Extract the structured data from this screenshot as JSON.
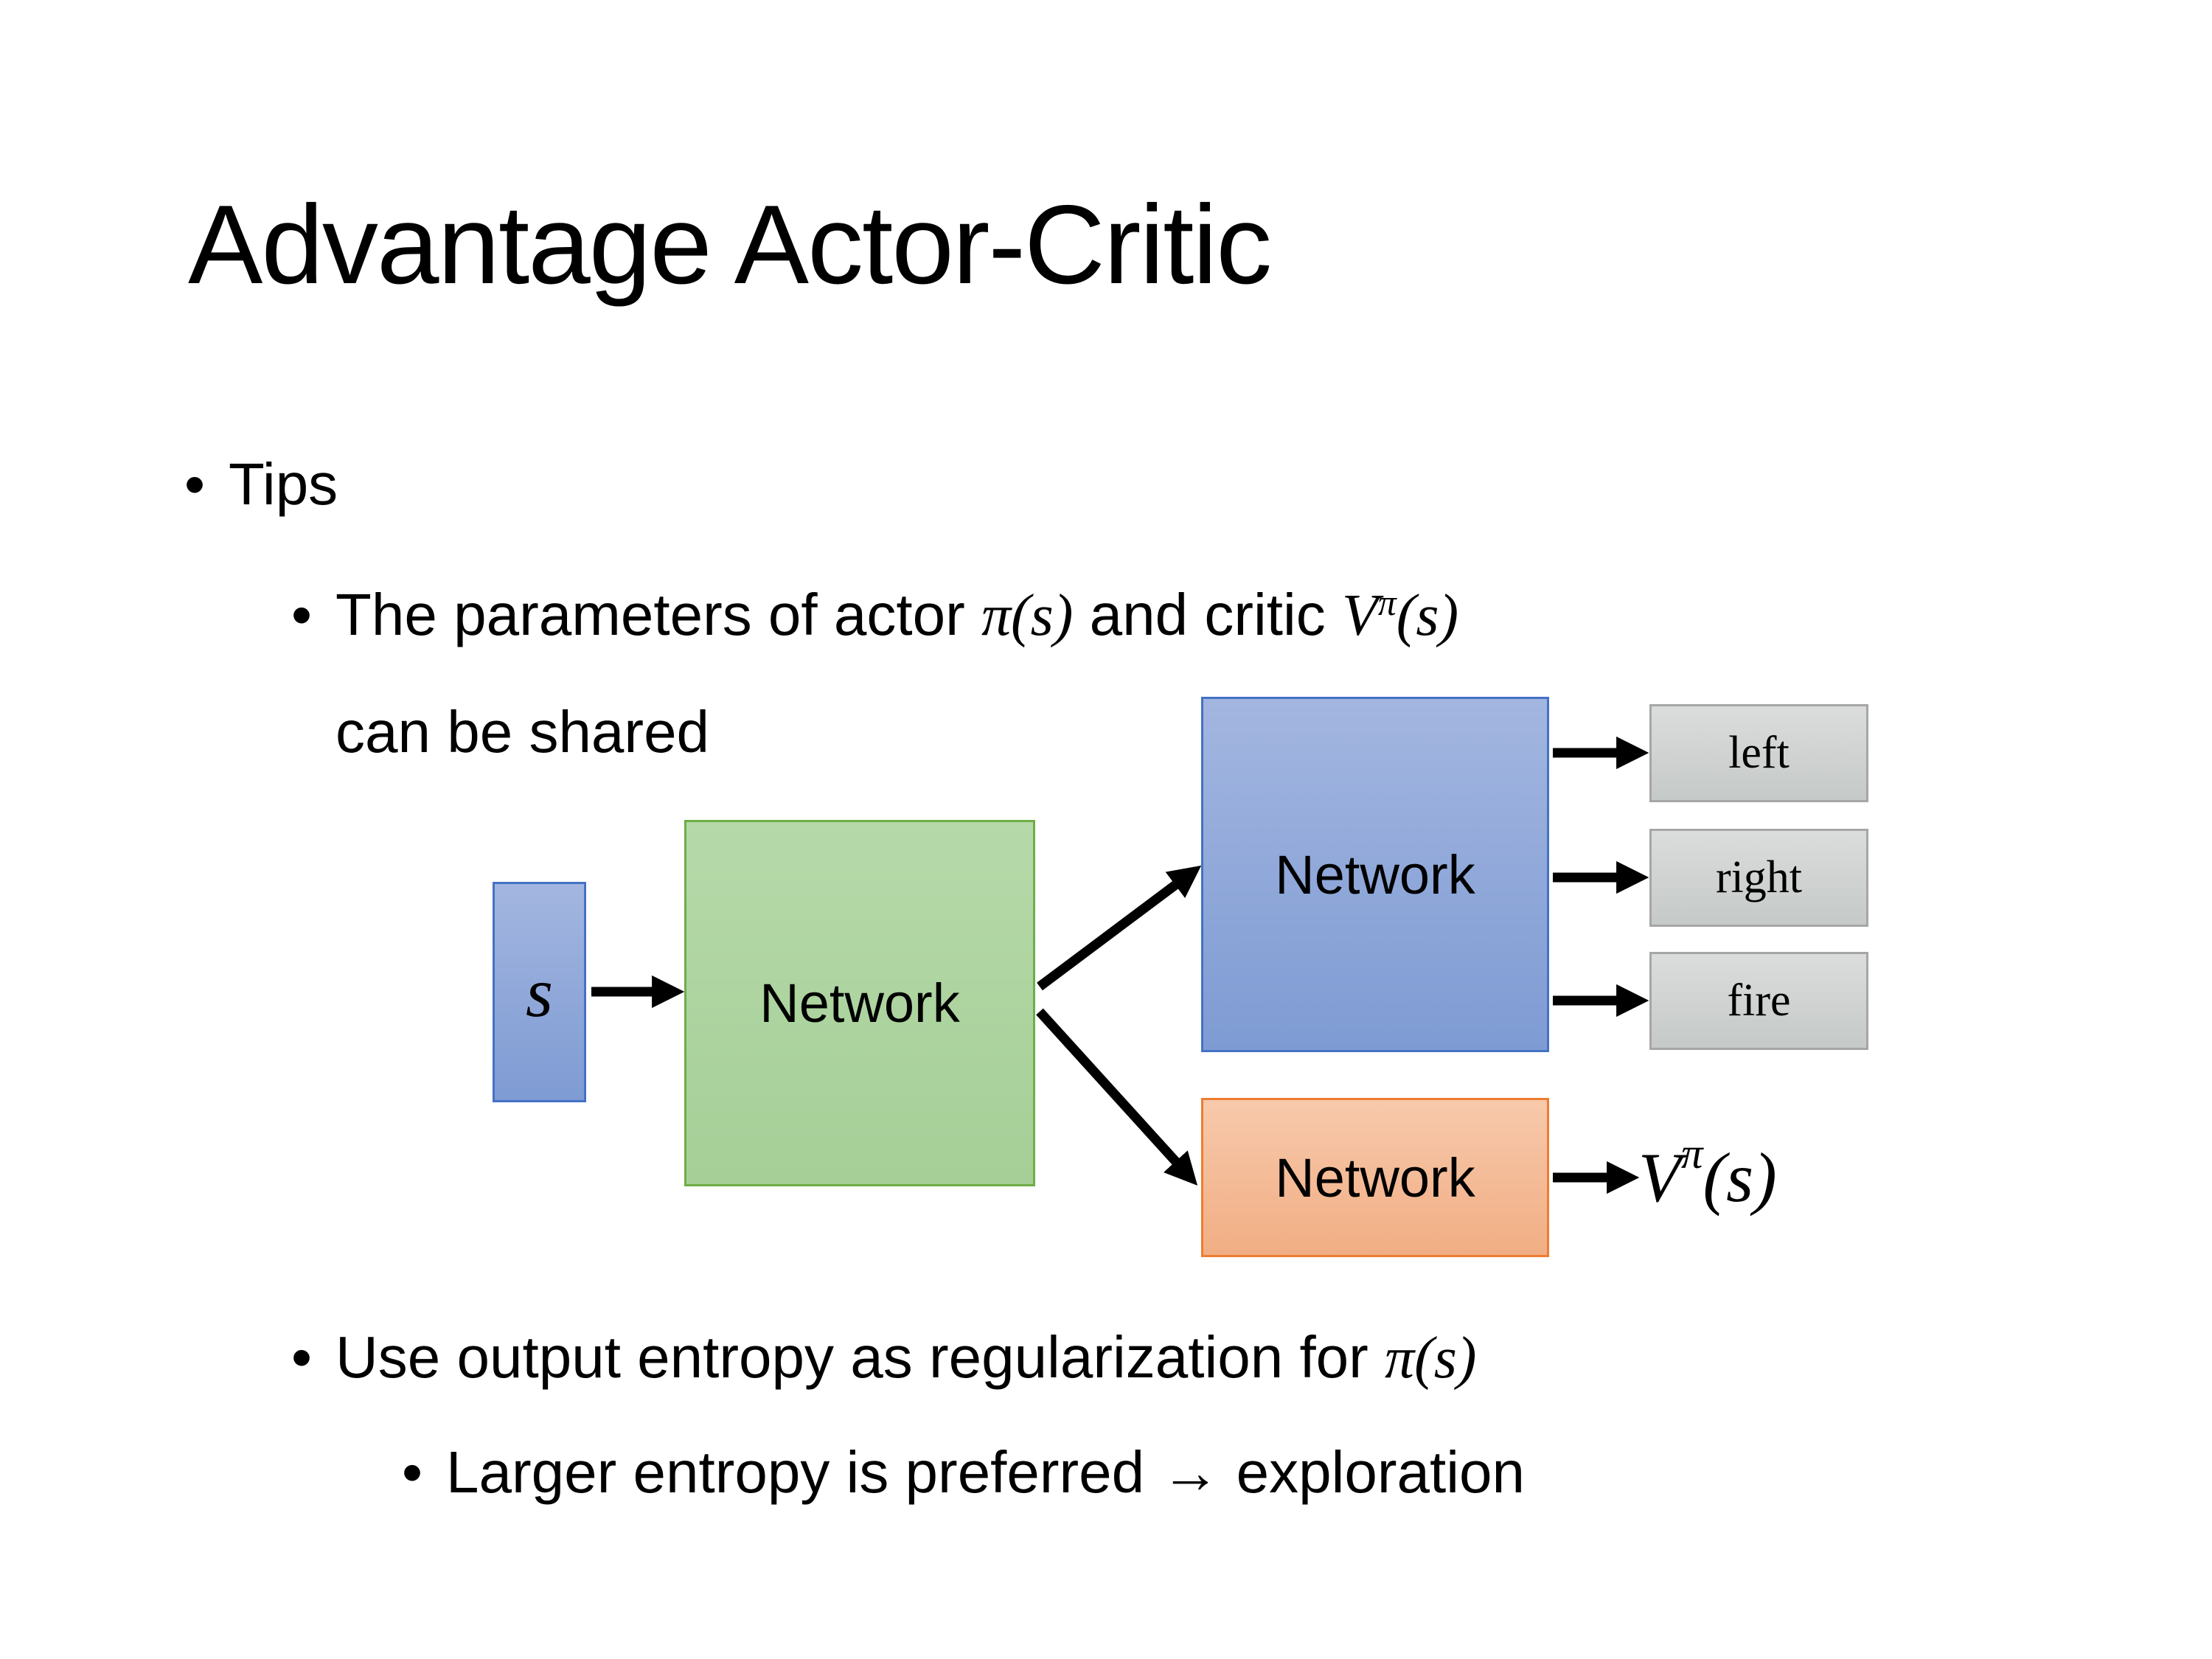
{
  "slide": {
    "title": "Advantage Actor-Critic",
    "bullet_glyph": "•",
    "bullet_tips": "Tips",
    "bullet_shared": {
      "pre": "The parameters of actor ",
      "actor_math": "π(s)",
      "mid": "  and critic ",
      "critic_base": "V",
      "critic_sup": "π",
      "critic_args": "(s)",
      "line2": "can be shared"
    },
    "bullet_entropy": {
      "pre": "Use output entropy as regularization for ",
      "math": "π(s)"
    },
    "bullet_exploration": "Larger entropy is preferred → exploration"
  },
  "diagram": {
    "input_label": "s",
    "shared_network_label": "Network",
    "actor_network_label": "Network",
    "critic_network_label": "Network",
    "action_left": "left",
    "action_right": "right",
    "action_fire": "fire",
    "critic_output": {
      "base": "V",
      "sup": "π",
      "args": "(s)"
    }
  },
  "colors": {
    "background": "#FFFFFF",
    "text": "#000000",
    "arrow": "#000000",
    "blue_fill_top": "#A3B6E0",
    "blue_fill_bottom": "#7E9BD3",
    "blue_border": "#4472C4",
    "green_fill_top": "#B6D9A9",
    "green_fill_bottom": "#A5CF97",
    "green_border": "#70AD47",
    "orange_fill_top": "#F7C9AB",
    "orange_fill_bottom": "#F1AE84",
    "orange_border": "#ED7D31",
    "gray_fill_top": "#DBDDDC",
    "gray_fill_bottom": "#C5C9C8",
    "gray_border": "#A6A6A6"
  }
}
